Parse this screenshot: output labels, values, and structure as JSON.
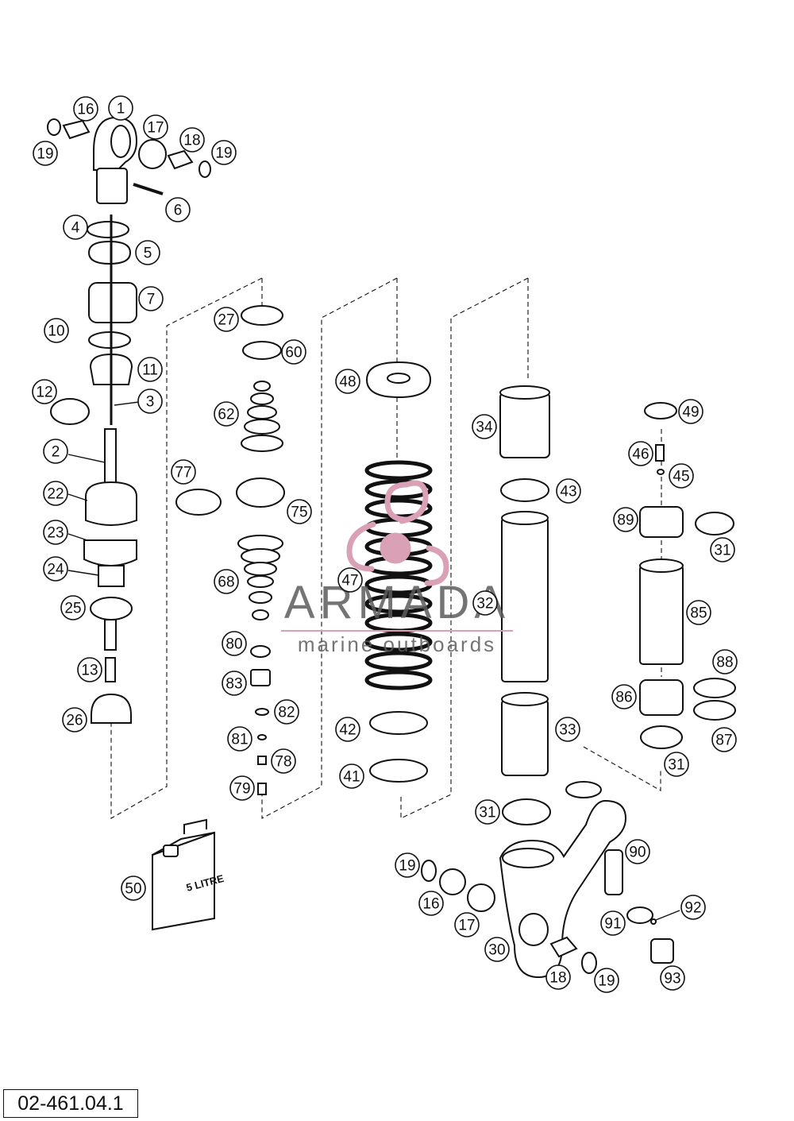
{
  "document_code": "02-461.04.1",
  "watermark": {
    "brand": "ARMADA",
    "tagline": "marine outboards",
    "logo_color": "#d9a0b6",
    "text_color": "#5c5c5c"
  },
  "can_label": "5 LITRE",
  "callouts": [
    {
      "n": "1"
    },
    {
      "n": "16"
    },
    {
      "n": "17"
    },
    {
      "n": "18"
    },
    {
      "n": "19"
    },
    {
      "n": "19"
    },
    {
      "n": "6"
    },
    {
      "n": "4"
    },
    {
      "n": "5"
    },
    {
      "n": "7"
    },
    {
      "n": "10"
    },
    {
      "n": "11"
    },
    {
      "n": "12"
    },
    {
      "n": "3"
    },
    {
      "n": "2"
    },
    {
      "n": "22"
    },
    {
      "n": "23"
    },
    {
      "n": "24"
    },
    {
      "n": "25"
    },
    {
      "n": "13"
    },
    {
      "n": "26"
    },
    {
      "n": "27"
    },
    {
      "n": "60"
    },
    {
      "n": "62"
    },
    {
      "n": "77"
    },
    {
      "n": "75"
    },
    {
      "n": "68"
    },
    {
      "n": "80"
    },
    {
      "n": "83"
    },
    {
      "n": "82"
    },
    {
      "n": "81"
    },
    {
      "n": "78"
    },
    {
      "n": "79"
    },
    {
      "n": "48"
    },
    {
      "n": "47"
    },
    {
      "n": "42"
    },
    {
      "n": "41"
    },
    {
      "n": "34"
    },
    {
      "n": "43"
    },
    {
      "n": "32"
    },
    {
      "n": "33"
    },
    {
      "n": "31"
    },
    {
      "n": "49"
    },
    {
      "n": "46"
    },
    {
      "n": "45"
    },
    {
      "n": "89"
    },
    {
      "n": "31"
    },
    {
      "n": "85"
    },
    {
      "n": "88"
    },
    {
      "n": "86"
    },
    {
      "n": "87"
    },
    {
      "n": "31"
    },
    {
      "n": "90"
    },
    {
      "n": "19"
    },
    {
      "n": "16"
    },
    {
      "n": "17"
    },
    {
      "n": "92"
    },
    {
      "n": "91"
    },
    {
      "n": "30"
    },
    {
      "n": "18"
    },
    {
      "n": "19"
    },
    {
      "n": "93"
    },
    {
      "n": "50"
    }
  ]
}
